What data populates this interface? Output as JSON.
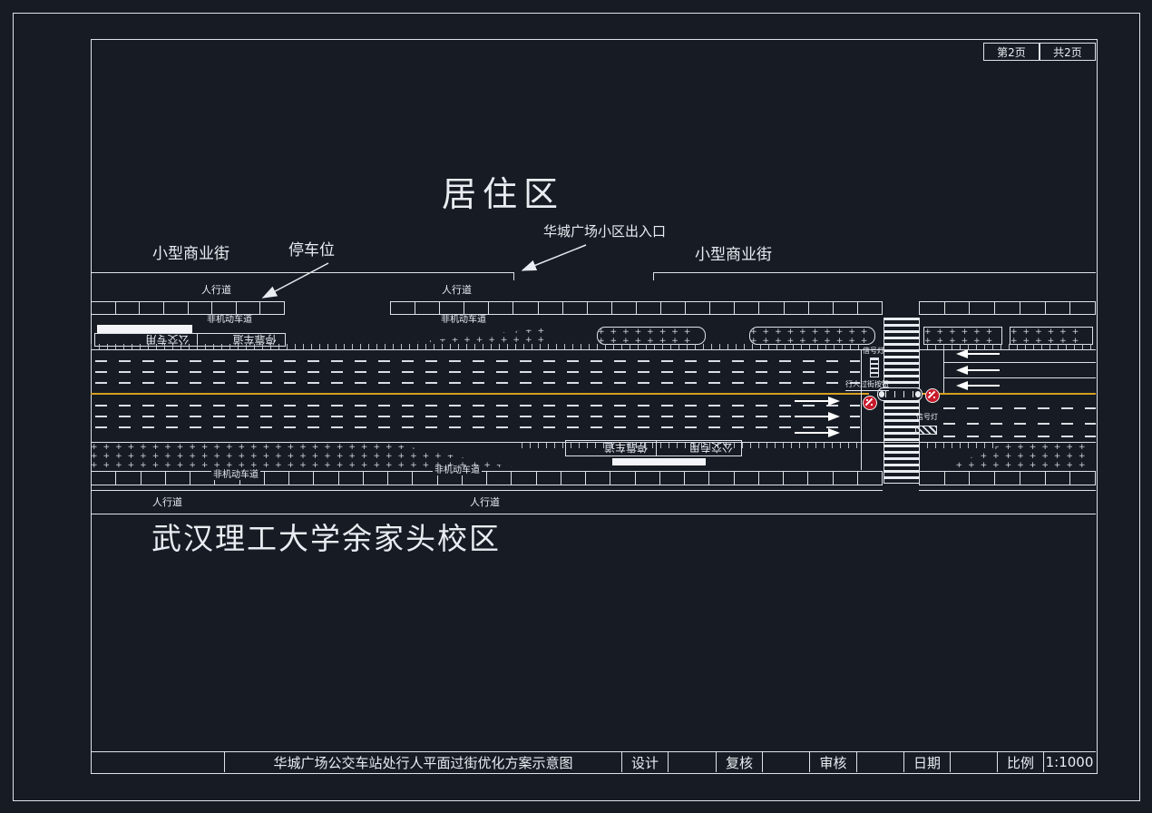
{
  "page_info": {
    "current_page": "第2页",
    "total_pages": "共2页"
  },
  "zones": {
    "residential": "居住区",
    "campus": "武汉理工大学余家头校区",
    "commercial_street_left": "小型商业街",
    "commercial_street_right": "小型商业街"
  },
  "callouts": {
    "parking_space": "停车位",
    "entrance": "华城广场小区出入口",
    "pedestrian_button": "行人过街按钮"
  },
  "road": {
    "sidewalk": "人行道",
    "non_motorized_lane": "非机动车道",
    "bus_lane_text_1": "公交专用",
    "bus_lane_text_2": "停靠车道",
    "signal_light": "信号灯"
  },
  "title_block": {
    "title": "华城广场公交车站处行人平面过街优化方案示意图",
    "design_label": "设计",
    "check_label": "复核",
    "audit_label": "审核",
    "date_label": "日期",
    "scale_label": "比例",
    "scale_value": "1:1000"
  },
  "colors": {
    "background": "#171c24",
    "line": "#dfe3e8",
    "center_line": "#d7a021",
    "sign_red": "#c81a2b"
  }
}
